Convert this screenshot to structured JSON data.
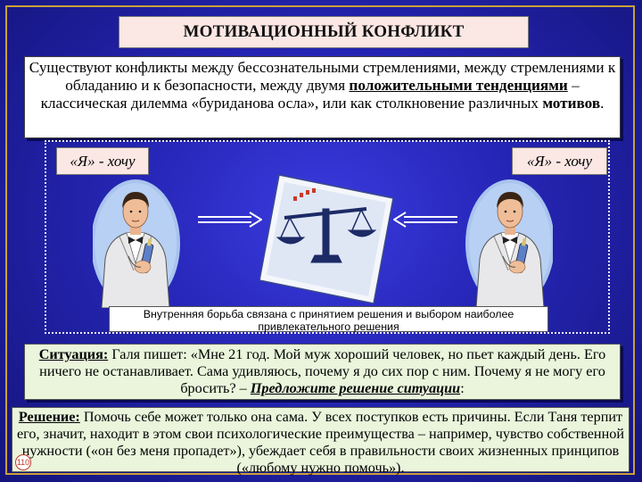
{
  "title": "МОТИВАЦИОННЫЙ КОНФЛИКТ",
  "intro": {
    "part1": "Существуют конфликты между бессознательными стремлениями, между стремлениями к обладанию и к безопасности, между двумя ",
    "emphasis": "положительными тенденциями",
    "part2": " – классическая дилемма «буриданова осла», или как столкновение различных ",
    "bold_word": "мотивов",
    "part3": "."
  },
  "want_left": "«Я» - хочу",
  "want_right": "«Я» - хочу",
  "illustration": {
    "left_figure": "man-with-bottle-icon",
    "right_figure": "man-with-bottle-icon",
    "center": "scales-icon"
  },
  "caption": "Внутренняя борьба связана с принятием решения и выбором наиболее привлекательного решения",
  "situation": {
    "label": "Ситуация:",
    "text": " Галя пишет: «Мне 21 год. Мой муж хороший человек, но пьет каждый день. Его ничего не останавливает. Сама удивляюсь, почему я до сих пор с ним. Почему я не могу его бросить? – ",
    "ask": "Предложите решение ситуации",
    "tail": ":"
  },
  "solution": {
    "label": "Решение:",
    "text": " Помочь себе может только она сама. У всех поступков есть причины. Если Таня терпит его, значит, находит в этом свои психологические преимущества – например, чувство собственной нужности («он без меня пропадет»), убеждает себя в правильности своих жизненных принципов («любому нужно помочь»)."
  },
  "page_number": "110",
  "colors": {
    "background": "#2626b8",
    "frame": "#c9a03a",
    "title_bg": "#fbe7e3",
    "box_green": "#eaf5dc"
  }
}
